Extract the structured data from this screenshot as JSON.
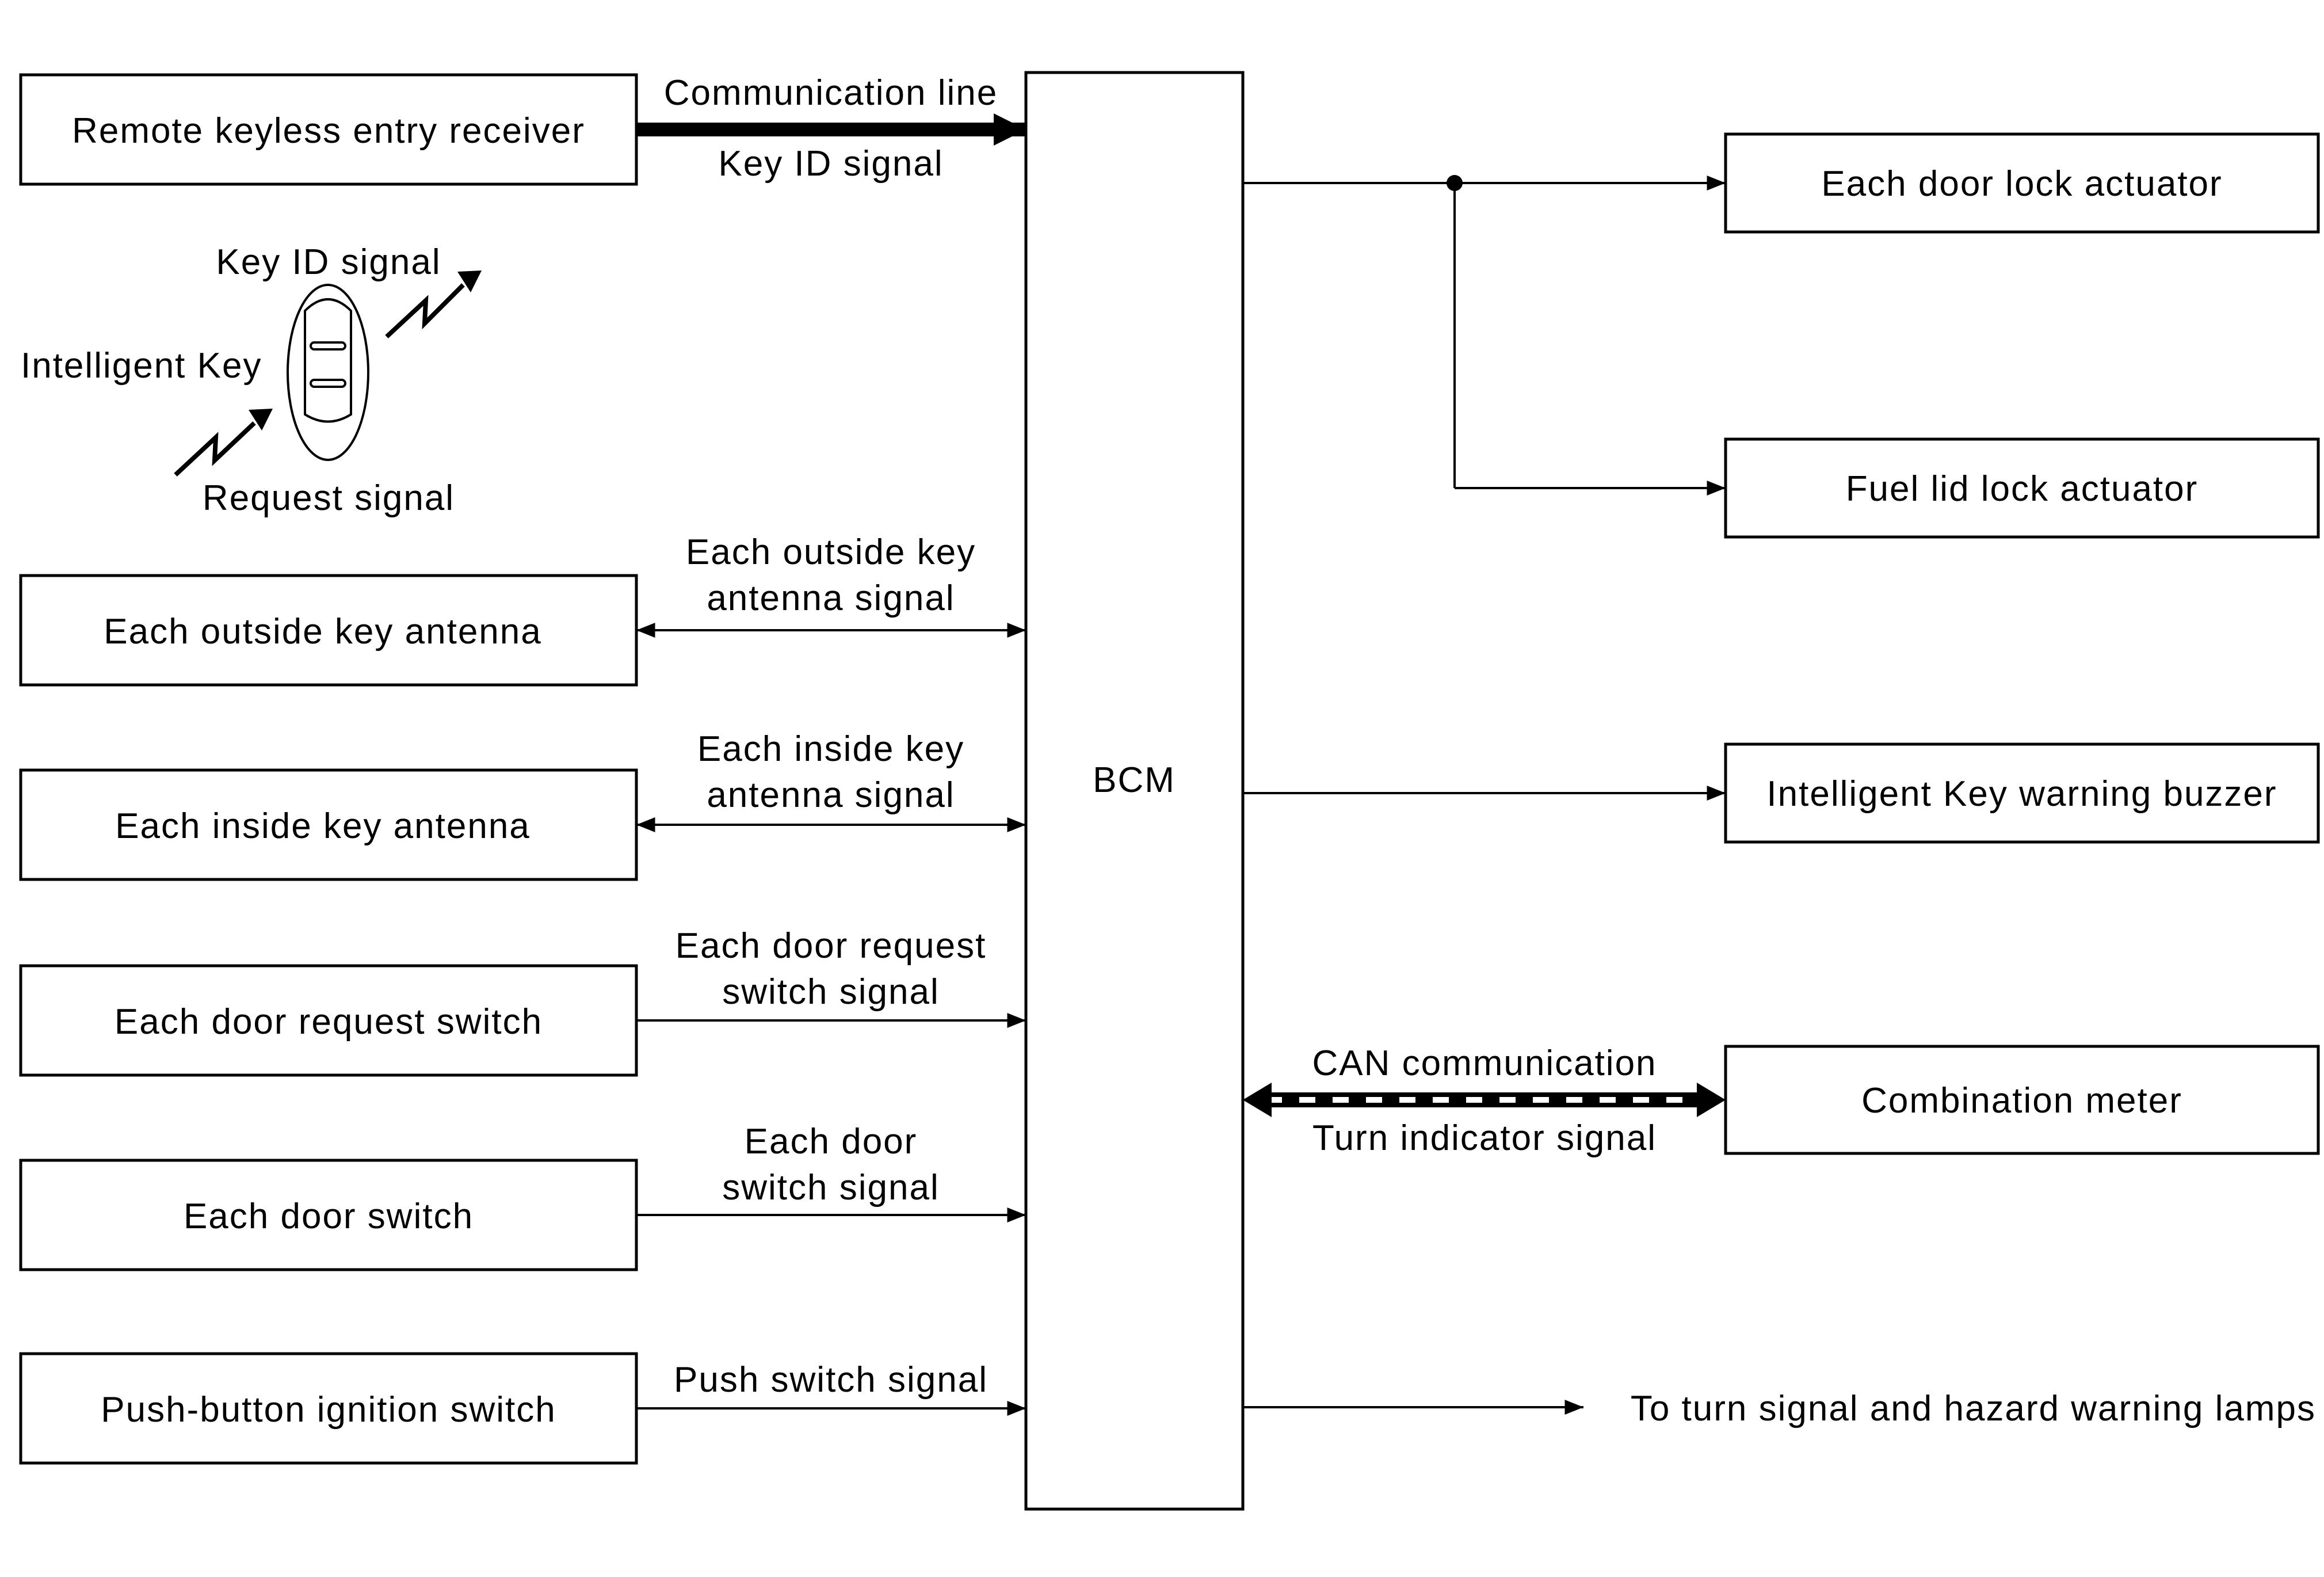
{
  "central_unit": {
    "label": "BCM"
  },
  "inputs": {
    "remote_keyless_entry_receiver": "Remote keyless entry receiver",
    "outside_key_antenna": "Each outside key antenna",
    "inside_key_antenna": "Each inside key antenna",
    "door_request_switch": "Each door request switch",
    "door_switch": "Each door switch",
    "push_button_ignition_switch": "Push-button ignition switch"
  },
  "outputs": {
    "door_lock_actuator": "Each door lock actuator",
    "fuel_lid_lock_actuator": "Fuel lid lock actuator",
    "warning_buzzer": "Intelligent Key warning buzzer",
    "combination_meter": "Combination meter",
    "turn_signal_lamps": "To turn signal and hazard warning lamps"
  },
  "signals": {
    "communication_line": "Communication line",
    "key_id_signal": "Key ID signal",
    "outside_antenna_signal": [
      "Each outside key",
      "antenna signal"
    ],
    "inside_antenna_signal": [
      "Each inside key",
      "antenna signal"
    ],
    "door_request_switch_signal": [
      "Each door request",
      "switch signal"
    ],
    "door_switch_signal": [
      "Each door",
      "switch signal"
    ],
    "push_switch_signal": "Push switch signal",
    "can_communication": "CAN communication",
    "turn_indicator_signal": "Turn indicator signal"
  },
  "intelligent_key": {
    "label": "Intelligent Key",
    "key_id_signal": "Key ID signal",
    "request_signal": "Request signal"
  }
}
